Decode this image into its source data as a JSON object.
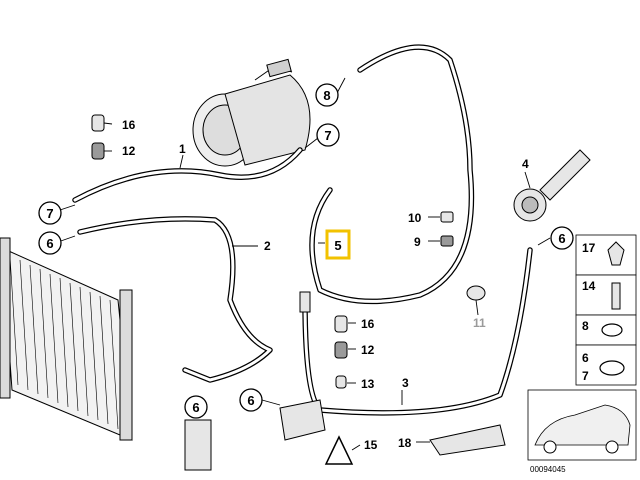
{
  "callouts": {
    "c1": "1",
    "c2": "2",
    "c3": "3",
    "c4": "4",
    "c5": "5",
    "c6a": "6",
    "c6b": "6",
    "c6c": "6",
    "c6d": "6",
    "c7a": "7",
    "c7b": "7",
    "c8": "8",
    "c9": "9",
    "c10": "10",
    "c11": "11",
    "c12a": "12",
    "c12b": "12",
    "c13": "13",
    "c14": "14",
    "c15": "15",
    "c16a": "16",
    "c16b": "16",
    "c17": "17",
    "c18": "18"
  },
  "legend": {
    "item17": "17",
    "item14": "14",
    "item8": "8",
    "item6": "6",
    "item7": "7"
  },
  "highlighted_part": "5",
  "drawing_number": "00094045",
  "colors": {
    "highlight": "#f2c200",
    "line": "#000000",
    "muted": "#9a9a9a"
  }
}
